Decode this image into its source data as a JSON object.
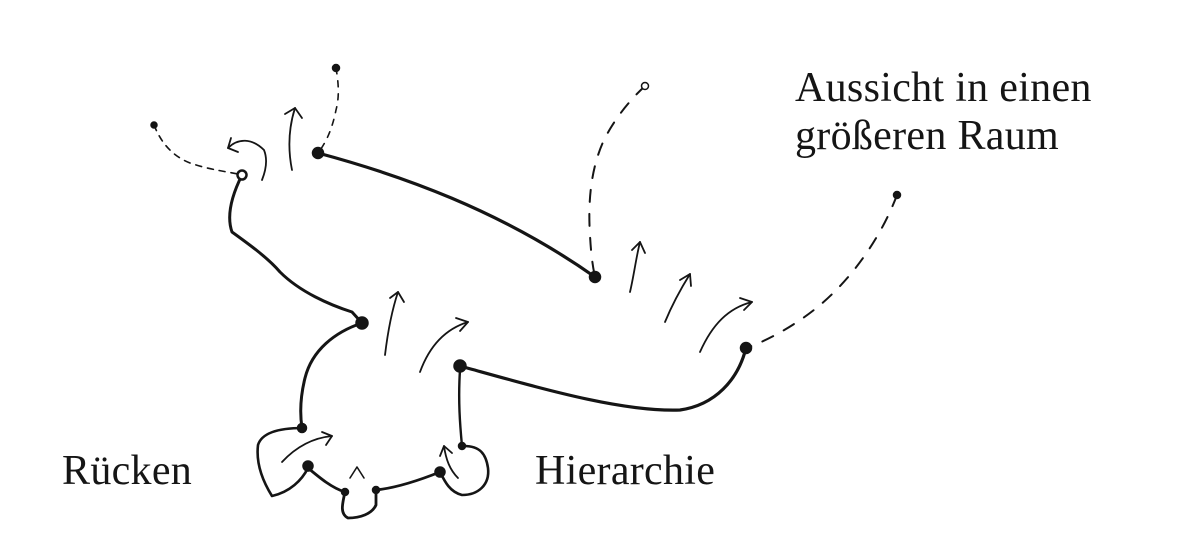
{
  "labels": {
    "view_line1": "Aussicht in einen",
    "view_line2": "größeren Raum",
    "back": "Rücken",
    "hierarchy": "Hierarchie"
  },
  "colors": {
    "ink": "#151515",
    "paper": "#ffffff"
  }
}
